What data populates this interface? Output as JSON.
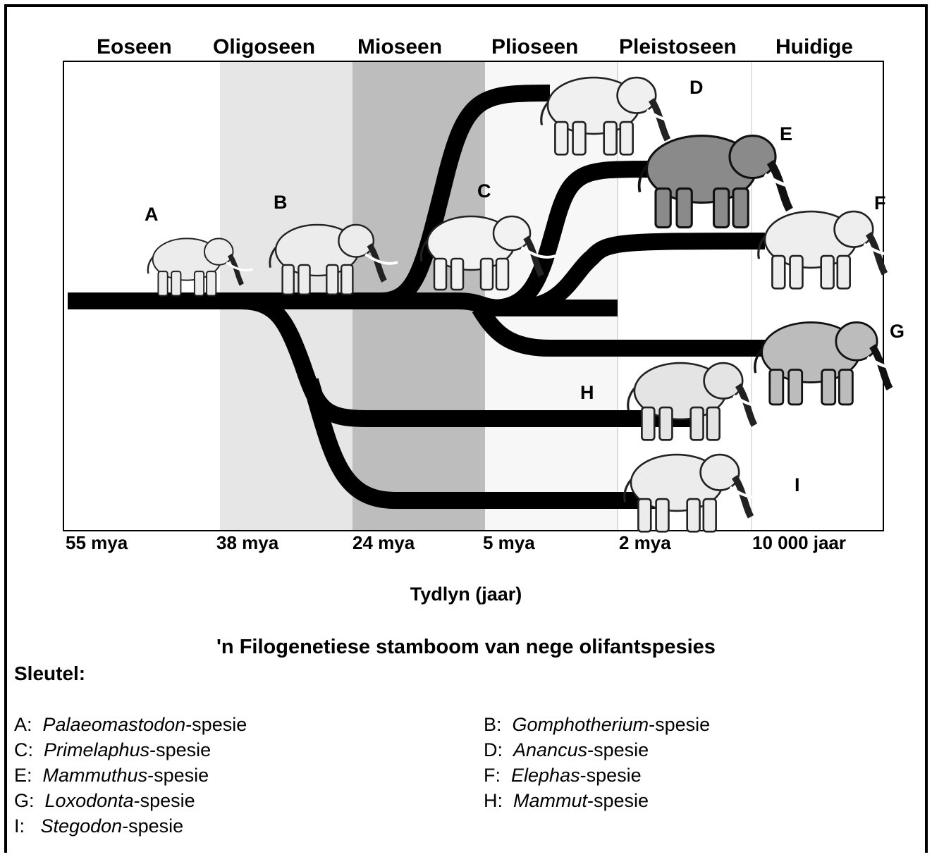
{
  "eras": [
    "Eoseen",
    "Oligoseen",
    "Mioseen",
    "Plioseen",
    "Pleistoseen",
    "Huidige"
  ],
  "time_ticks": [
    "55 mya",
    "38 mya",
    "24 mya",
    "5 mya",
    "2 mya",
    "10 000 jaar"
  ],
  "axis_label": "Tydlyn (jaar)",
  "title": "'n Filogenetiese stamboom van nege olifantspesies",
  "species_letters": [
    "A",
    "B",
    "C",
    "D",
    "E",
    "F",
    "G",
    "H",
    "I"
  ],
  "key": {
    "heading": "Sleutel:",
    "items": [
      {
        "letter": "A:",
        "genus": "Palaeomastodon",
        "suffix": "-spesie"
      },
      {
        "letter": "B:",
        "genus": "Gomphotherium",
        "suffix": "-spesie"
      },
      {
        "letter": "C:",
        "genus": "Primelaphus",
        "suffix": "-spesie"
      },
      {
        "letter": "D:",
        "genus": "Anancus",
        "suffix": "-spesie"
      },
      {
        "letter": "E:",
        "genus": "Mammuthus",
        "suffix": "-spesie"
      },
      {
        "letter": "F:",
        "genus": "Elephas",
        "suffix": "-spesie"
      },
      {
        "letter": "G:",
        "genus": "Loxodonta",
        "suffix": "-spesie"
      },
      {
        "letter": "H:",
        "genus": "Mammut",
        "suffix": "-spesie"
      },
      {
        "letter": "I:",
        "genus": "Stegodon",
        "suffix": "-spesie"
      }
    ]
  },
  "colors": {
    "oligocene_band": "#e6e6e6",
    "miocene_band": "#bdbdbd",
    "pliocene_band": "#f7f7f7",
    "branch": "#000000",
    "elephant_fill": "#ececec",
    "elephant_dark": "#8a8a8a"
  }
}
